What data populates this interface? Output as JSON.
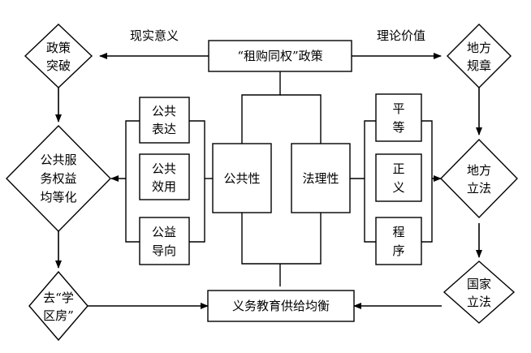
{
  "nodes": {
    "policy_top": "“租购同权”政策",
    "supply_bottom": "义务教育供给均衡",
    "public_nature": "公共性",
    "legal_nature": "法理性",
    "public_expression": [
      "公共",
      "表达"
    ],
    "public_utility": [
      "公共",
      "效用"
    ],
    "public_orientation": [
      "公益",
      "导向"
    ],
    "equal": [
      "平",
      "等"
    ],
    "justice": [
      "正",
      "义"
    ],
    "procedure": [
      "程",
      "序"
    ],
    "policy_breakthrough": [
      "政策",
      "突破"
    ],
    "equalization": [
      "公共服",
      "务权益",
      "均等化"
    ],
    "school_district": [
      "去“学",
      "区房”"
    ],
    "local_rules": [
      "地方",
      "规章"
    ],
    "local_legislation": [
      "地方",
      "立法"
    ],
    "national_legislation": [
      "国家",
      "立法"
    ]
  },
  "edge_labels": {
    "practical_meaning": "现实意义",
    "theoretical_value": "理论价值"
  }
}
